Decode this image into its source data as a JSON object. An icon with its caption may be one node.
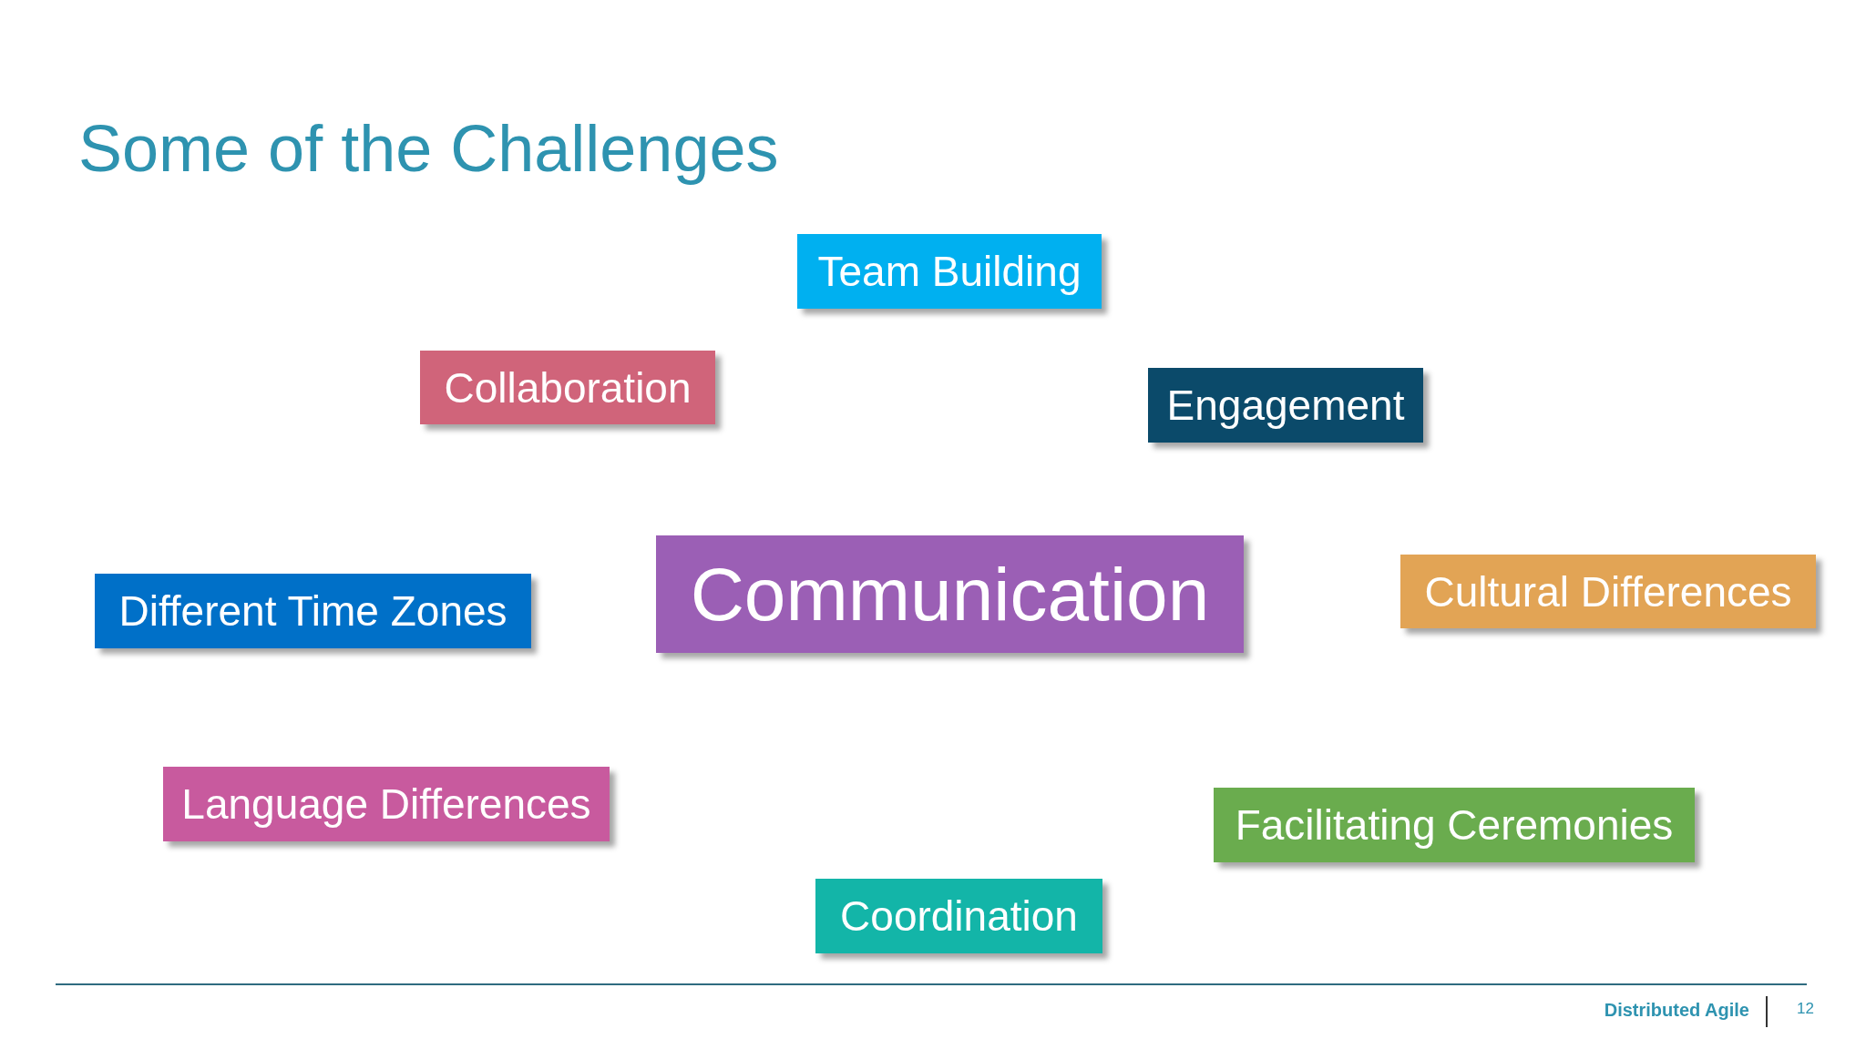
{
  "diagram": {
    "title": "Some of the Challenges",
    "nodes": [
      {
        "text": [
          "Team Building"
        ]
      },
      {
        "text": [
          "Collaboration"
        ]
      },
      {
        "text": [
          "Engagement"
        ]
      },
      {
        "text": [
          "Different Time Zones"
        ]
      },
      {
        "text": [
          "Communication"
        ]
      },
      {
        "text": [
          "Cultural Differences"
        ]
      },
      {
        "text": [
          "Language Differences"
        ]
      },
      {
        "text": [
          "Facilitating Ceremonies"
        ]
      },
      {
        "text": [
          "Coordination"
        ]
      }
    ],
    "labels": [
      "Distributed Agile",
      "12"
    ]
  }
}
